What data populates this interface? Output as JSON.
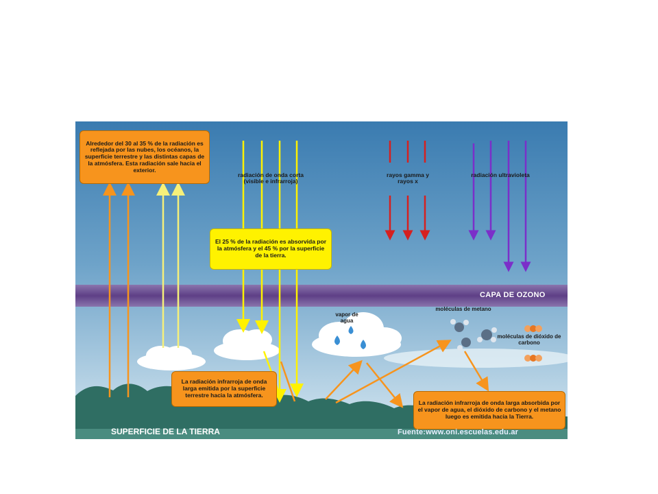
{
  "boxes": {
    "reflected": "Alrededor del 30 al 35 % de la radiación es reflejada por las nubes, los océanos, la superficie terrestre y las distintas capas de la atmósfera. Esta radiación sale hacia el exterior.",
    "absorbed": "El 25 % de la radiación es absorvida por la atmósfera y el 45 % por la superficie de la tierra.",
    "emitted": "La radiación infrarroja de onda larga emitida por la superficie terrestre hacia la atmósfera.",
    "reemitted": "La radiación infrarroja de onda larga absorbida por el vapor de agua, el dióxido de carbono y el metano luego es emitida hacia la Tierra."
  },
  "labels": {
    "short_wave": "radiación de onda corta (visible e infrarroja)",
    "gamma": "rayos gamma y rayos x",
    "uv": "radiación ultravioleta",
    "ozone": "CAPA DE OZONO",
    "vapor": "vapor de agua",
    "methane": "moléculas de metano",
    "co2": "moléculas de dióxido de carbono",
    "surface": "SUPERFICIE DE LA TIERRA",
    "source": "Fuente:www.oni.escuelas.edu.ar"
  },
  "colors": {
    "sky_top": "#3d7fb2",
    "sky_bottom": "#cfe3ee",
    "ozone": "#6b4e8c",
    "orange": "#f7941d",
    "yellow": "#fff200",
    "red": "#d6201f",
    "violet": "#7b2fc9",
    "ground": "#2f6e63"
  }
}
